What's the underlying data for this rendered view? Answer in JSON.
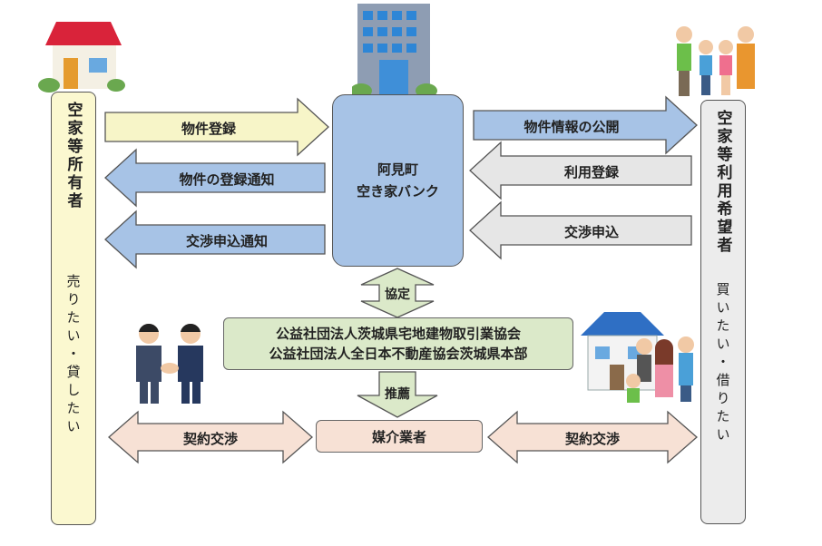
{
  "owner_box": {
    "title": "空家等所有者",
    "subtitle": "売りたい・貸したい"
  },
  "user_box": {
    "title": "空家等利用希望者",
    "subtitle": "買いたい・借りたい"
  },
  "bank": {
    "line1": "阿見町",
    "line2": "空き家バンク"
  },
  "arrows": {
    "property_registration": "物件登録",
    "registration_notice": "物件の登録通知",
    "negotiation_notice": "交渉申込通知",
    "property_info_publish": "物件情報の公開",
    "user_registration": "利用登録",
    "negotiation_request": "交渉申込",
    "agreement": "協定",
    "recommendation": "推薦",
    "contract_left": "契約交渉",
    "contract_right": "契約交渉"
  },
  "associations": {
    "line1": "公益社団法人茨城県宅地建物取引業協会",
    "line2": "公益社団法人全日本不動産協会茨城県本部"
  },
  "broker": "媒介業者",
  "colors": {
    "owner_box": "#fbf8d0",
    "user_box": "#ececec",
    "arrow_yellow": "#f7f5c8",
    "arrow_blue": "#a7c3e6",
    "arrow_gray": "#e6e6e6",
    "arrow_green": "#dbe9c9",
    "arrow_pink": "#f7e1d5",
    "bank": "#a7c3e6"
  }
}
